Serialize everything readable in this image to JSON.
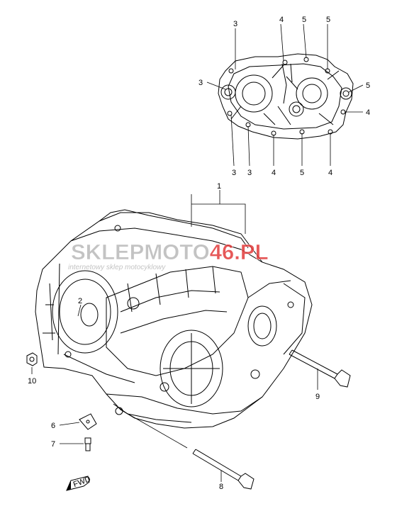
{
  "watermark": {
    "brand_part1": "SKLEP",
    "brand_part2": "MOTO",
    "brand_part3": "46.PL",
    "tagline": "internetowy sklep motocyklowy",
    "color_gray": "#b9b9b9",
    "color_red": "#e23b3b"
  },
  "callouts": {
    "top_left_3a": "3",
    "top_left_3b": "3",
    "top_4": "4",
    "top_5a": "5",
    "top_5b": "5",
    "right_5": "5",
    "right_4": "4",
    "bottom_3a": "3",
    "bottom_3b": "3",
    "bottom_4a": "4",
    "bottom_5": "5",
    "bottom_4b": "4",
    "part_1": "1",
    "part_2": "2",
    "part_6": "6",
    "part_7": "7",
    "part_8": "8",
    "part_9": "9",
    "part_10": "10"
  },
  "front_arrow": {
    "label": "FWD"
  },
  "line_color": "#000000"
}
